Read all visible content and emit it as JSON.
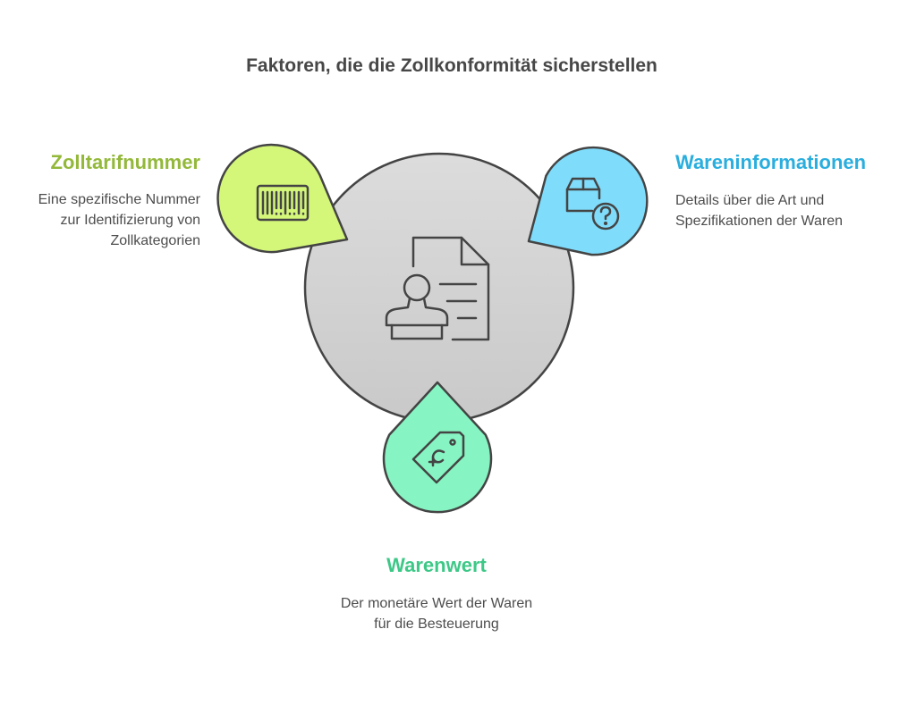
{
  "title": "Faktoren, die die Zollkonformität sicherstellen",
  "center": {
    "icon": "customs-document-stamp-icon"
  },
  "factors": [
    {
      "heading": "Zolltarifnummer",
      "description": "Eine spezifische Nummer zur Identifizierung von Zollkategorien",
      "icon": "barcode-icon",
      "color": "#d4f77a",
      "heading_color": "#93b83a"
    },
    {
      "heading": "Wareninformationen",
      "description": "Details über die Art und Spezifikationen der Waren",
      "icon": "box-question-icon",
      "color": "#7fdcfb",
      "heading_color": "#29aede"
    },
    {
      "heading": "Warenwert",
      "description": "Der monetäre Wert der Waren für die Besteuerung",
      "icon": "price-tag-icon",
      "color": "#86f5c3",
      "heading_color": "#3ec887"
    }
  ]
}
